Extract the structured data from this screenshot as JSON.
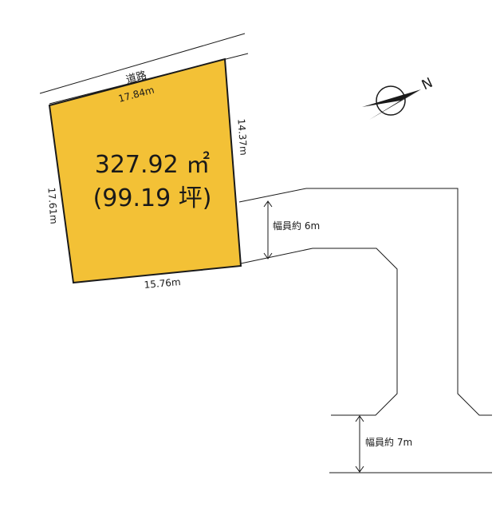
{
  "road_label": "道路",
  "frontage": "17.84m",
  "right_side": "14.37m",
  "left_side": "17.61m",
  "rear_side": "15.76m",
  "area_sqm": "327.92 ㎡",
  "area_tsubo": "(99.19 坪)",
  "road_width_6": "幅員約 6m",
  "road_width_7": "幅員約 7m",
  "compass_letter": "N",
  "colors": {
    "lot_fill": "#F3C136",
    "lot_stroke": "#1a1a1a",
    "line": "#1a1a1a",
    "background": "#ffffff"
  }
}
